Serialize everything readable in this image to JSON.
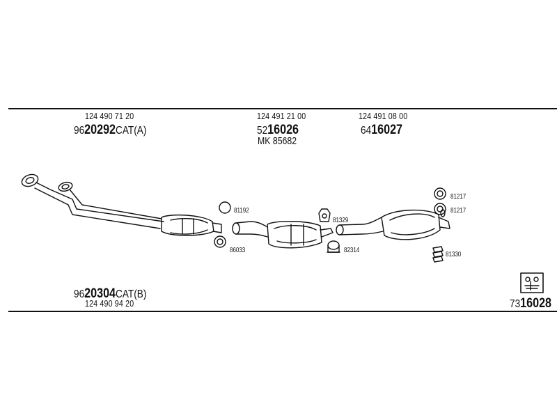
{
  "labels": {
    "cat_a_oem": "124 490 71 20",
    "cat_a_prefix": "96",
    "cat_a_num": "20292",
    "cat_a_suffix": "CAT(A)",
    "mid_oem": "124 491 21 00",
    "mid_prefix": "52",
    "mid_num": "16026",
    "mid_mk": "MK  85682",
    "rear_oem": "124 491 08 00",
    "rear_prefix": "64",
    "rear_num": "16027",
    "cat_b_prefix": "96",
    "cat_b_num": "20304",
    "cat_b_suffix": "CAT(B)",
    "cat_b_oem": "124 490 94 20",
    "kit_prefix": "73",
    "kit_num": "16028"
  },
  "parts": {
    "p81192": "81192",
    "p86033": "86033",
    "p81329": "81329",
    "p82314": "82314",
    "p81217a": "81217",
    "p81217b": "81217",
    "p81330": "81330"
  }
}
